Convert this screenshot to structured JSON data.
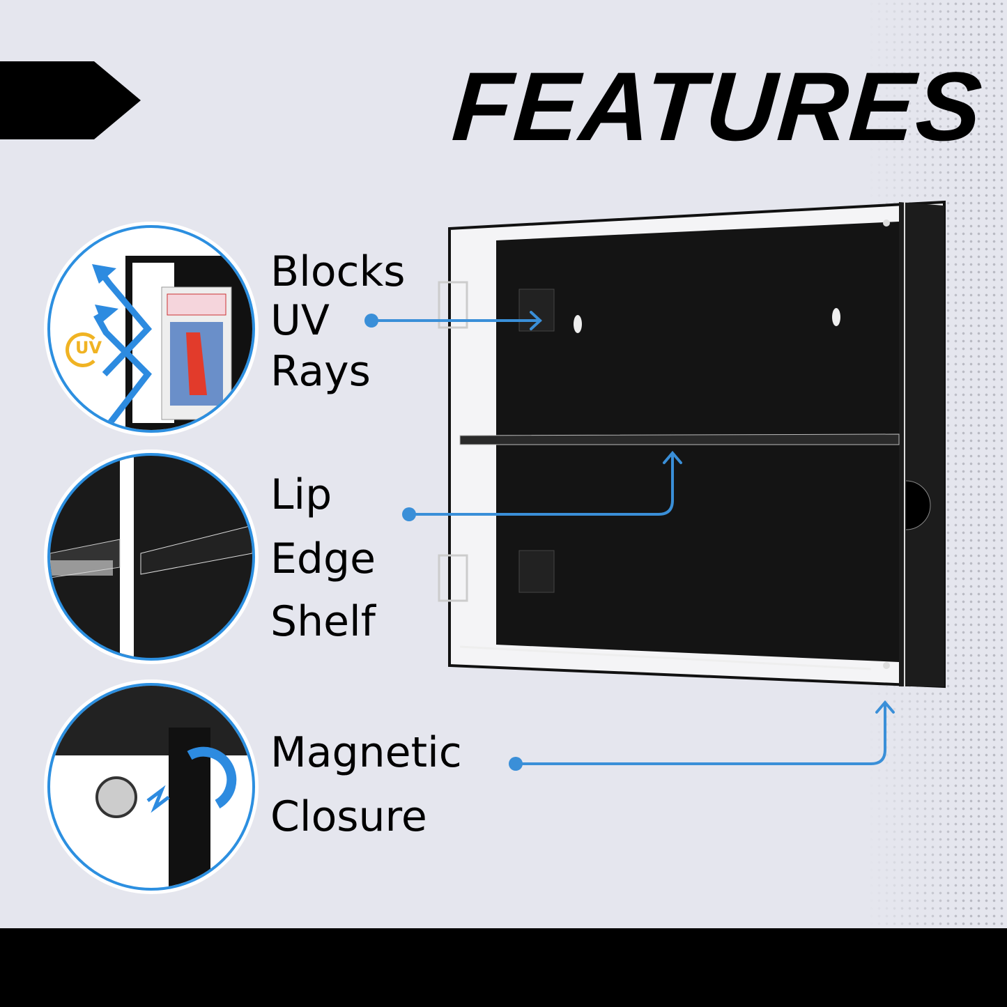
{
  "title": "FEATURES",
  "features": [
    {
      "lines": [
        "Blocks",
        "UV",
        "Rays"
      ],
      "icon_text": "UV"
    },
    {
      "lines": [
        "Lip",
        "Edge",
        "Shelf"
      ]
    },
    {
      "lines": [
        "Magnetic",
        "Closure"
      ]
    }
  ],
  "colors": {
    "accent": "#3a8fd8",
    "background": "#e5e6ee",
    "uv_sun": "#f0b323"
  }
}
